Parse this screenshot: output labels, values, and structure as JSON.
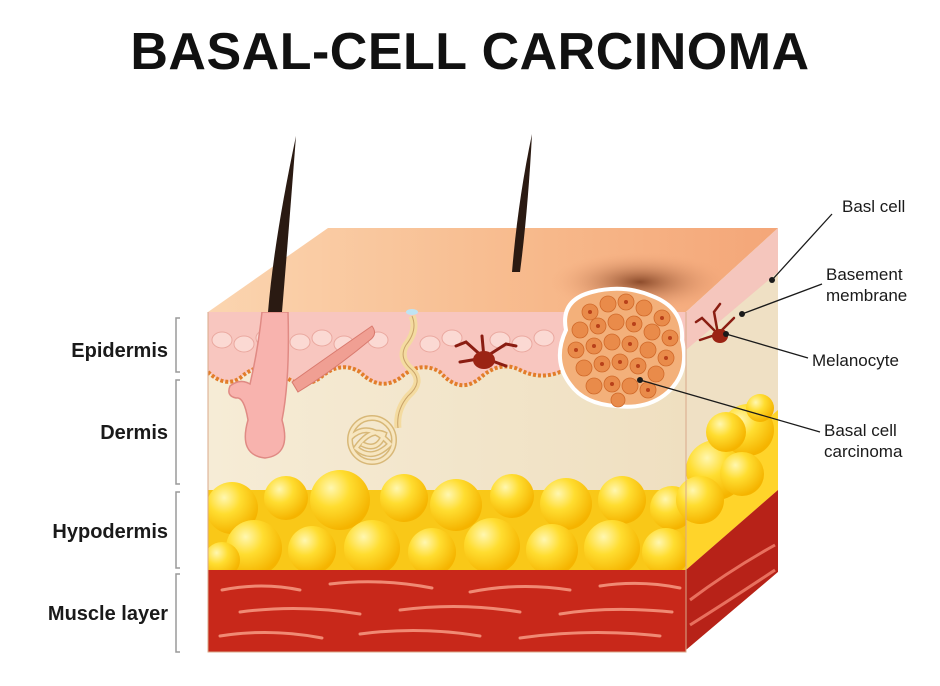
{
  "title": "BASAL-CELL CARCINOMA",
  "layers": {
    "epidermis": "Epidermis",
    "dermis": "Dermis",
    "hypodermis": "Hypodermis",
    "muscle": "Muscle layer"
  },
  "callouts": {
    "basal_cell": "Basl cell",
    "basement_line1": "Basement",
    "basement_line2": "membrane",
    "melanocyte": "Melanocyte",
    "carcinoma_line1": "Basal cell",
    "carcinoma_line2": "carcinoma"
  },
  "colors": {
    "skin_top": "#f9b98a",
    "epidermis": "#f7c4bd",
    "dermis": "#f3e8cf",
    "fat": "#ffd21f",
    "muscle": "#c8281a",
    "tumor": "#f0a46a"
  }
}
